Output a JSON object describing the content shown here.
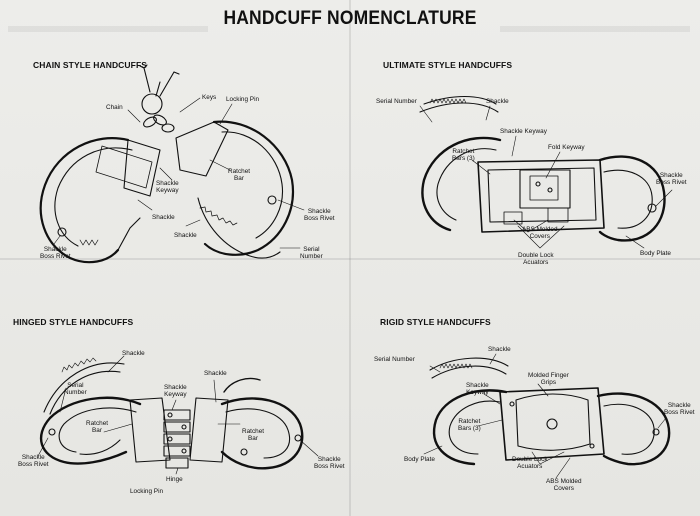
{
  "title": "HANDCUFF NOMENCLATURE",
  "sections": {
    "chain": {
      "heading": "CHAIN STYLE HANDCUFFS"
    },
    "ultimate": {
      "heading": "ULTIMATE STYLE HANDCUFFS"
    },
    "hinged": {
      "heading": "HINGED STYLE HANDCUFFS"
    },
    "rigid": {
      "heading": "RIGID STYLE HANDCUFFS"
    }
  },
  "chain_labels": {
    "chain": "Chain",
    "keys": "Keys",
    "locking_pin": "Locking Pin",
    "shackle_keyway": "Shackle\nKeyway",
    "ratchet_bar": "Ratchet\nBar",
    "shackle_left": "Shackle",
    "shackle_right": "Shackle",
    "shackle_boss_rivet_left": "Shackle\nBoss Rivet",
    "shackle_boss_rivet_right": "Shackle\nBoss Rivet",
    "serial_number": "Serial\nNumber"
  },
  "ultimate_labels": {
    "serial_number": "Serial Number",
    "shackle": "Shackle",
    "shackle_keyway": "Shackle Keyway",
    "ratchet_bars": "Ratchet\nBars (3)",
    "fold_keyway": "Fold Keyway",
    "shackle_boss_rivet": "Shackle\nBoss Rivet",
    "abs_molded_covers": "ABS Molded\nCovers",
    "double_lock_acuators": "Double Lock\nAcuators",
    "body_plate": "Body Plate"
  },
  "hinged_labels": {
    "shackle_top": "Shackle",
    "serial_number": "Serial\nNumber",
    "shackle_keyway": "Shackle\nKeyway",
    "shackle_right": "Shackle",
    "ratchet_bar_left": "Ratchet\nBar",
    "ratchet_bar_right": "Ratchet\nBar",
    "shackle_boss_rivet_left": "Shackle\nBoss Rivet",
    "shackle_boss_rivet_right": "Shackle\nBoss Rivet",
    "hinge": "Hinge",
    "locking_pin": "Locking Pin"
  },
  "rigid_labels": {
    "serial_number": "Serial Number",
    "shackle": "Shackle",
    "shackle_keyway": "Shackle\nKeyway",
    "molded_finger_grips": "Molded Finger\nGrips",
    "ratchet_bars": "Ratchet\nBars (3)",
    "shackle_boss_rivet": "Shackle\nBoss Rivet",
    "body_plate": "Body Plate",
    "double_lock_acuators": "Double Lock\nAcuators",
    "abs_molded_covers": "ABS Molded\nCovers"
  },
  "colors": {
    "ink": "#111111",
    "paper": "#ecece9"
  }
}
